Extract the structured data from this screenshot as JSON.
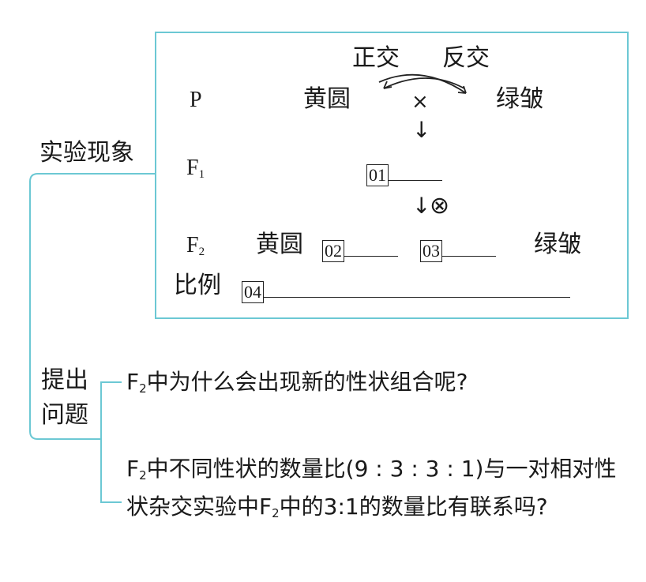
{
  "experiment": {
    "section_label": "实验现象",
    "reciprocal": {
      "forward": "正交",
      "reverse": "反交"
    },
    "generations": {
      "p": "P",
      "f1": "F",
      "f1_sub": "1",
      "f2": "F",
      "f2_sub": "2"
    },
    "phenotypes": {
      "yellow_round": "黄圆",
      "green_wrinkled": "绿皱"
    },
    "cross_symbol": "×",
    "self_symbol": "⊗",
    "arrow_symbol": "↓",
    "blanks": [
      "01",
      "02",
      "03",
      "04"
    ],
    "ratio_label": "比例"
  },
  "questions": {
    "section_label_line1": "提出",
    "section_label_line2": "问题",
    "q1": {
      "prefix": "F",
      "sub": "2",
      "text": "中为什么会出现新的性状组合呢?"
    },
    "q2": {
      "prefix": "F",
      "sub": "2",
      "text_a": "中不同性状的数量比(9 : 3 : 3 : 1)与一对相对性状杂交实验中F",
      "sub2": "2",
      "text_b": "中的3:1的数量比有联系吗?"
    }
  },
  "colors": {
    "box_border": "#6cc8d4",
    "connector": "#6cc8d4"
  }
}
